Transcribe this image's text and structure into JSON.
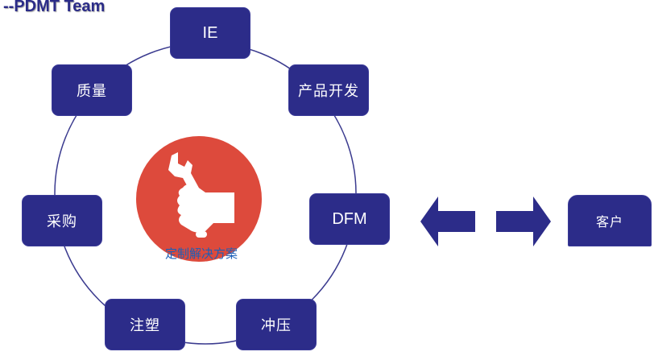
{
  "title": "--PDMT Team",
  "hub": {
    "icon": "hand-wrench-icon",
    "label": "定制解决方案"
  },
  "nodes": {
    "ie": "IE",
    "product_dev": "产品开发",
    "quality": "质量",
    "purchasing": "采购",
    "dfm": "DFM",
    "injection": "注塑",
    "stamping": "冲压"
  },
  "customer": "客户",
  "arrows": {
    "left": "arrow-left-icon",
    "right": "arrow-right-icon"
  },
  "colors": {
    "node_fill": "#2c2c89",
    "hub_fill": "#dd4a3c",
    "hub_label": "#1b5fb8",
    "title": "#2b2c88"
  }
}
